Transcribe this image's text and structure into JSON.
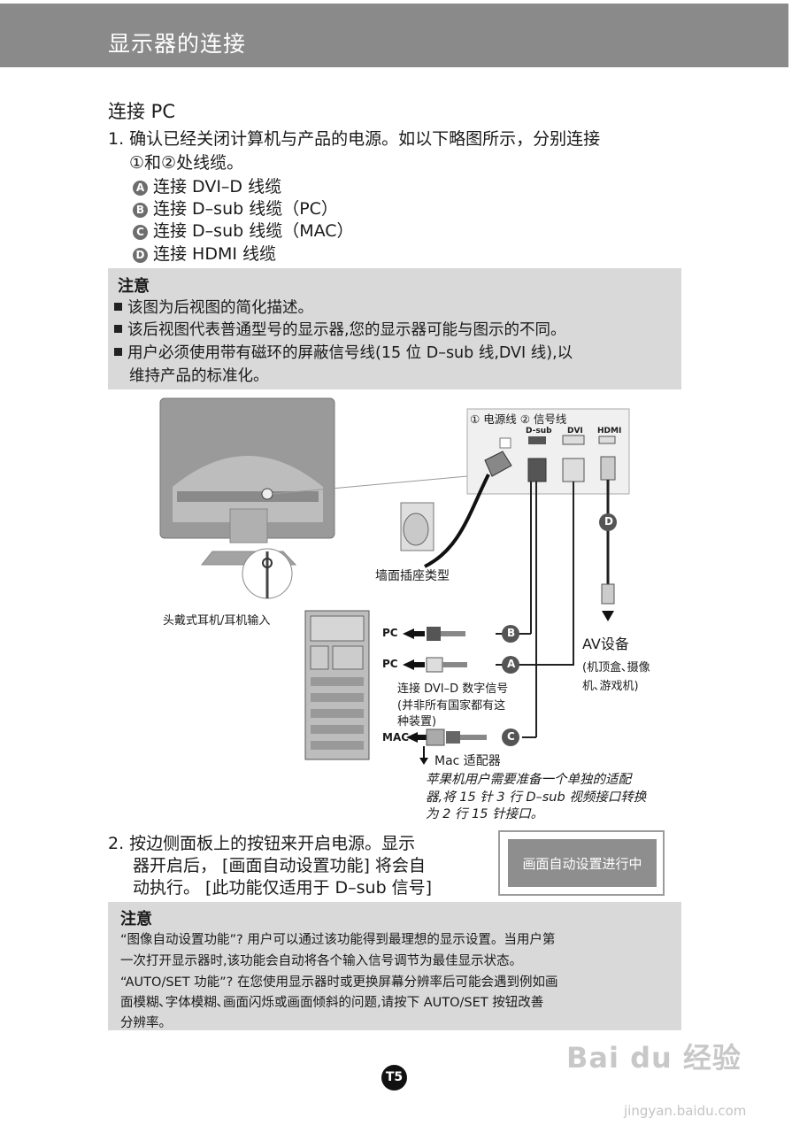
{
  "header": {
    "title": "显示器的连接"
  },
  "section_title": "连接 PC",
  "step1": {
    "line1": "1. 确认已经关闭计算机与产品的电源。如以下略图所示，分别连接",
    "line2": "①和②处线缆。",
    "items": [
      {
        "marker": "A",
        "text": "连接 DVI–D 线缆"
      },
      {
        "marker": "B",
        "text": "连接 D–sub 线缆（PC）"
      },
      {
        "marker": "C",
        "text": "连接 D–sub 线缆（MAC）"
      },
      {
        "marker": "D",
        "text": "连接 HDMI 线缆"
      }
    ]
  },
  "note1": {
    "title": "注意",
    "b1": "该图为后视图的简化描述。",
    "b2": "该后视图代表普通型号的显示器,您的显示器可能与图示的不同。",
    "b3a": "用户必须使用带有磁环的屏蔽信号线(15 位 D–sub 线,DVI 线),以",
    "b3b": "维持产品的标准化。"
  },
  "diagram": {
    "power_label": "电源线",
    "signal_label": "信号线",
    "num1": "①",
    "num2": "②",
    "port_dsub": "D-sub",
    "port_dvi": "DVI",
    "port_hdmi": "HDMI",
    "wall_socket": "墙面插座类型",
    "headphone": "头戴式耳机/耳机输入",
    "pc1": "PC",
    "pc2": "PC",
    "mac": "MAC",
    "marker_a": "A",
    "marker_b": "B",
    "marker_c": "C",
    "marker_d": "D",
    "av_device": "AV设备",
    "av_sub1": "(机顶盒､摄像",
    "av_sub2": "机､游戏机)",
    "dvi_note1": "连接 DVI–D 数字信号",
    "dvi_note2": "(并非所有国家都有这",
    "dvi_note3": "种装置)",
    "mac_adapter": "Mac 适配器",
    "mac_note1": "苹果机用户需要准备一个单独的适配",
    "mac_note2": "器,将 15 针 3 行 D–sub 视频接口转换",
    "mac_note3": "为 2 行 15 针接口。"
  },
  "step2": {
    "line1": "2. 按边侧面板上的按钮来开启电源。显示",
    "line2": "器开启后，  [画面自动设置功能] 将会自",
    "line3": "动执行。 [此功能仅适用于 D–sub 信号]",
    "osd": "画面自动设置进行中"
  },
  "note2": {
    "title": "注意",
    "l1": "“图像自动设置功能”? 用户可以通过该功能得到最理想的显示设置。当用户第",
    "l2": "一次打开显示器时,该功能会自动将各个输入信号调节为最佳显示状态。",
    "l3": "“AUTO/SET 功能”? 在您使用显示器时或更换屏幕分辨率后可能会遇到例如画",
    "l4": "面模糊､字体模糊､画面闪烁或画面倾斜的问题,请按下 AUTO/SET 按钮改善",
    "l5": "分辨率。"
  },
  "page_number": "T5",
  "watermark": {
    "logo": "Bai du 经验",
    "url": "jingyan.baidu.com"
  }
}
